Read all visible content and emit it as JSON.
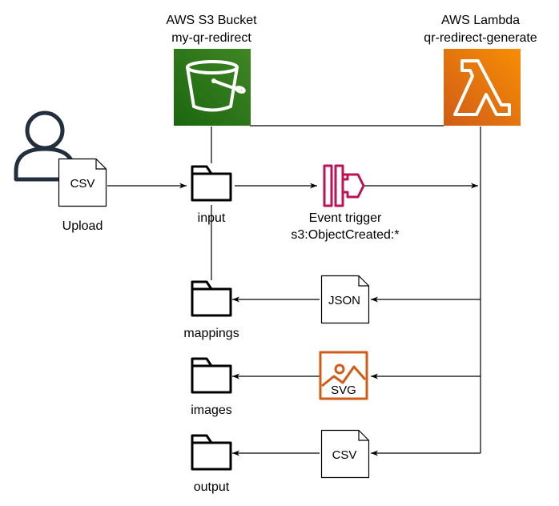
{
  "s3": {
    "title": "AWS S3 Bucket",
    "subtitle": "my-qr-redirect",
    "icon": "s3-bucket-icon",
    "color_top": "#3f8624",
    "color_bottom": "#1b660f"
  },
  "lambda": {
    "title": "AWS Lambda",
    "subtitle": "qr-redirect-generate",
    "icon": "lambda-icon",
    "color_top": "#f78e04",
    "color_bottom": "#d05c17"
  },
  "user": {
    "icon": "user-icon",
    "file_label": "CSV",
    "action_label": "Upload"
  },
  "folders": {
    "input": "input",
    "mappings": "mappings",
    "images": "images",
    "output": "output"
  },
  "event": {
    "icon": "eventbridge-icon",
    "line1": "Event trigger",
    "line2": "s3:ObjectCreated:*",
    "color": "#bc1356"
  },
  "outputs": {
    "json_label": "JSON",
    "svg_label": "SVG",
    "svg_color": "#d05c17",
    "csv_label": "CSV"
  }
}
